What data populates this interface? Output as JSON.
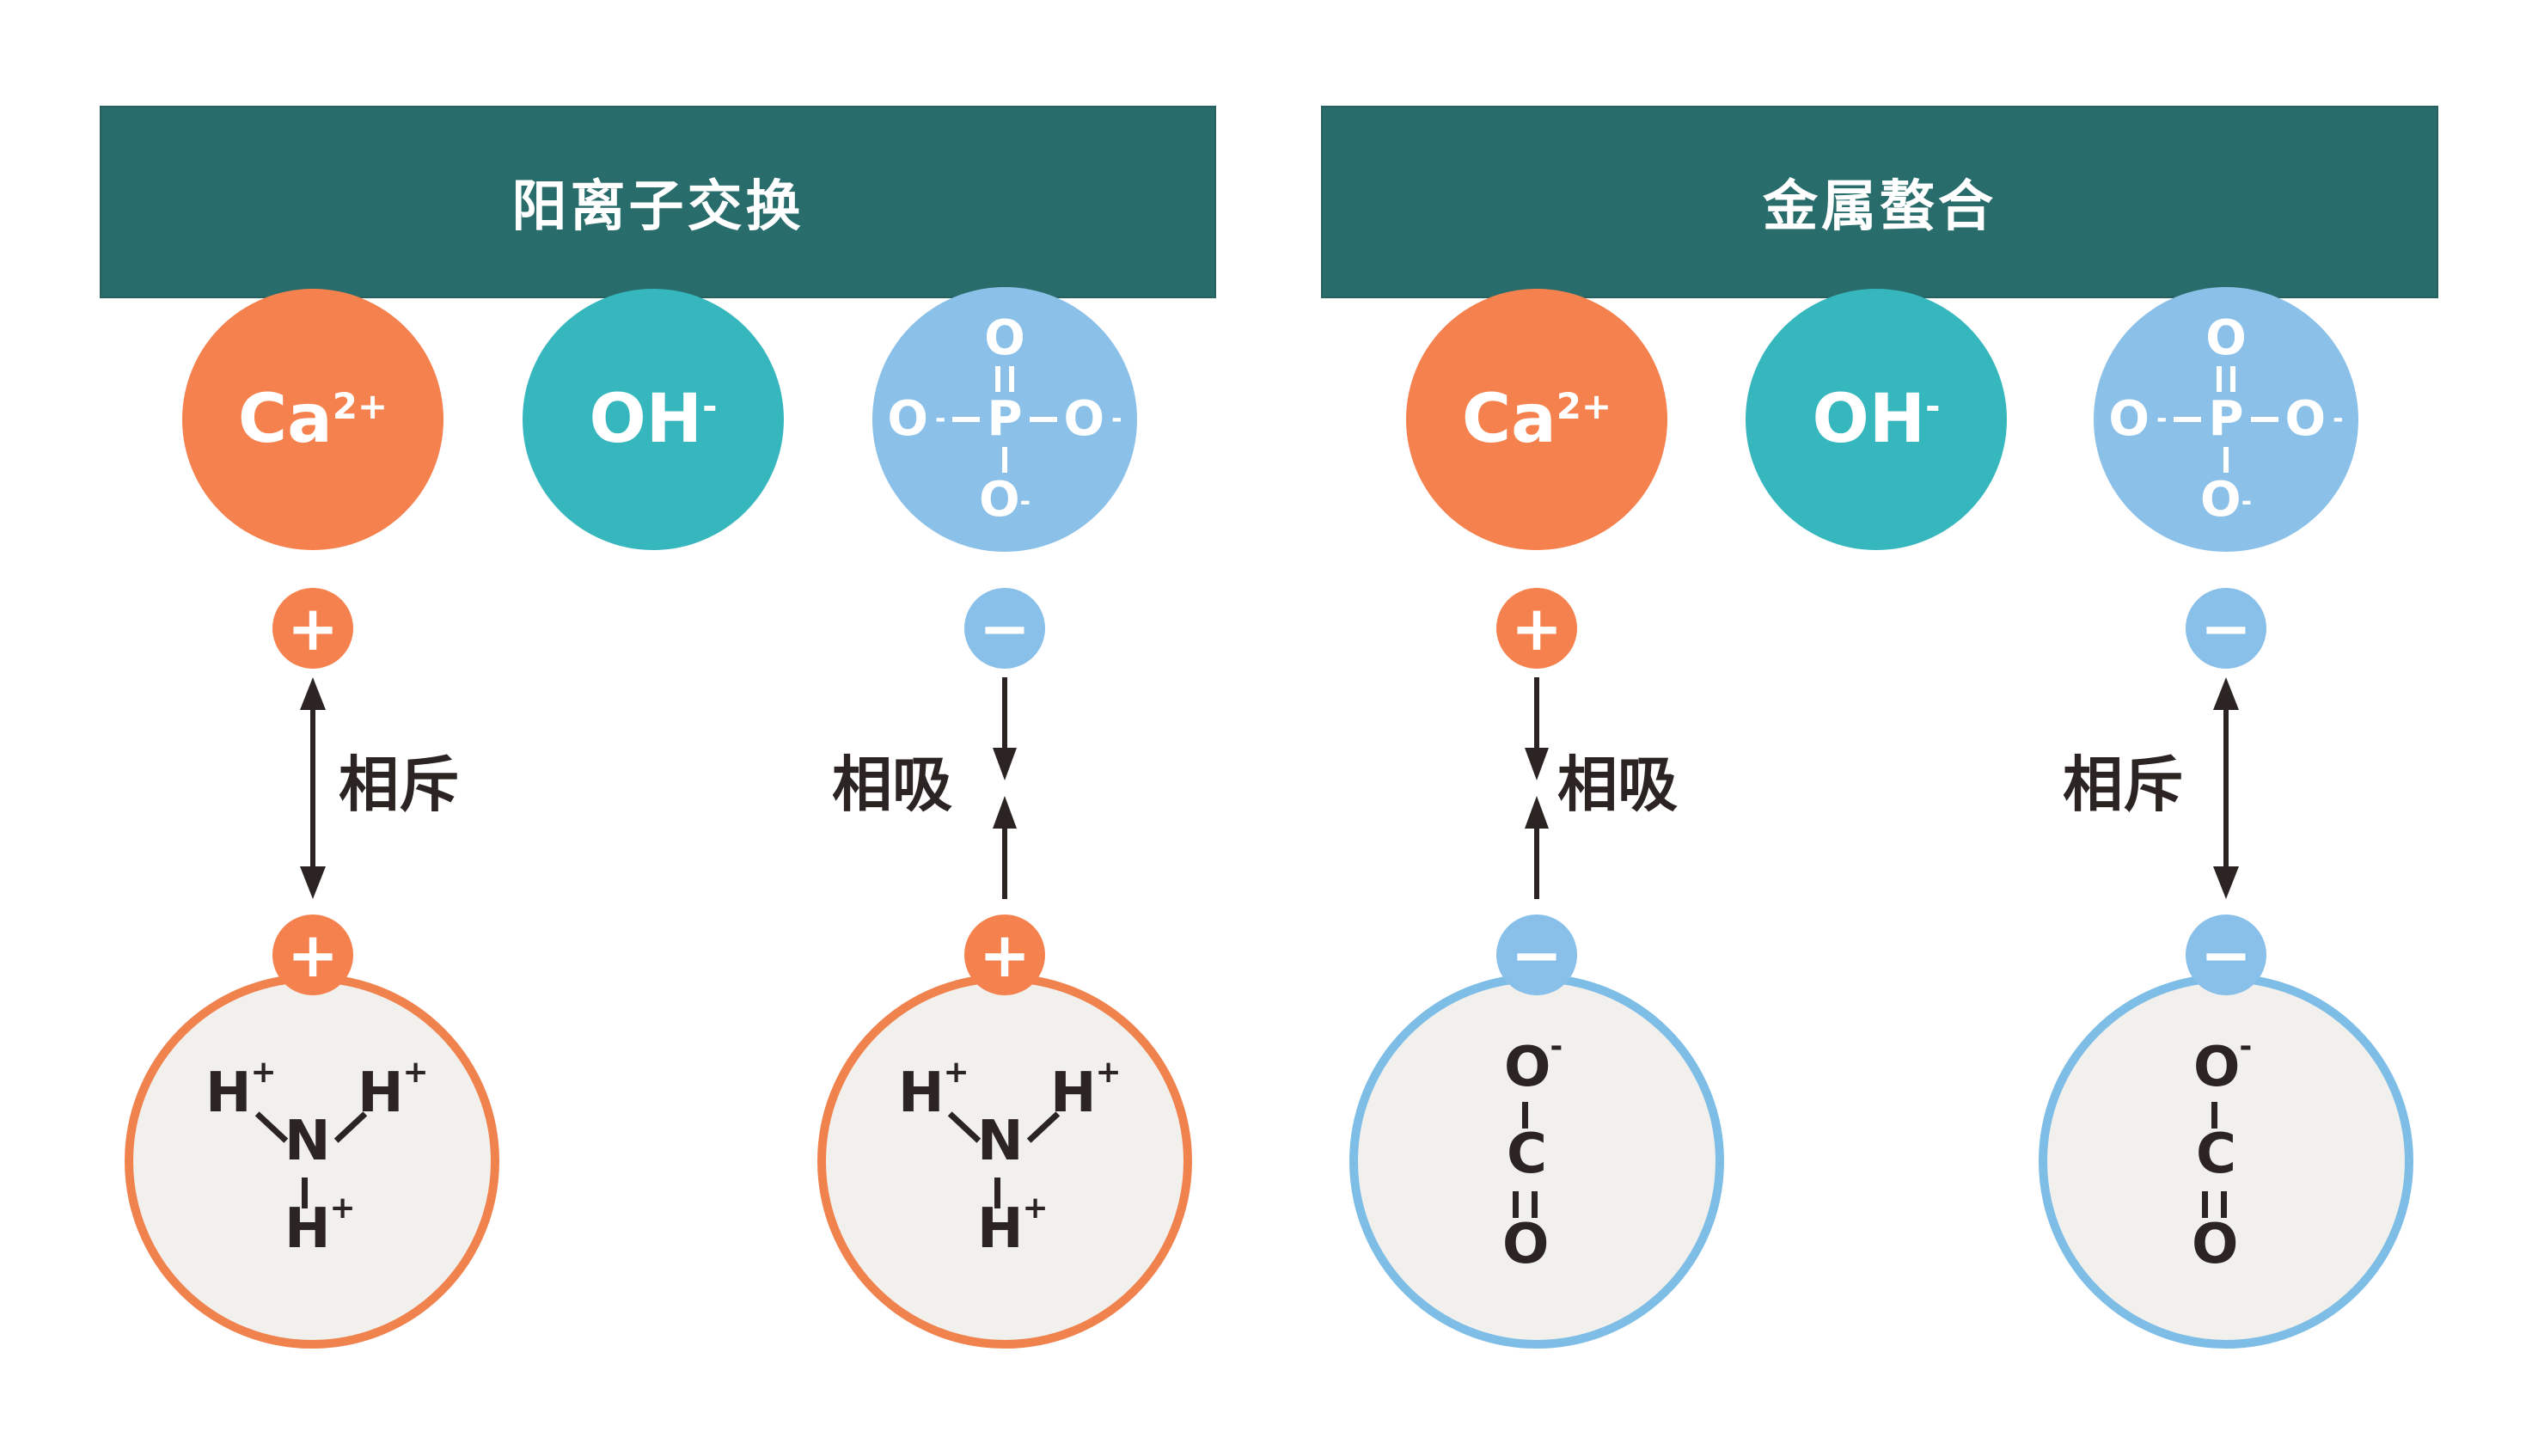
{
  "colors": {
    "header_bg": "#286D6B",
    "cation_orange": "#F5824E",
    "hydroxide_teal": "#35B7BD",
    "phosphate_blue": "#8BC1E9",
    "sign_minus_blue": "#88C0E9",
    "molecule_fill": "#F2F0ED",
    "molecule_border_orange": "#F0824E",
    "molecule_border_blue": "#7DBDE6",
    "ink": "#2B2422"
  },
  "panels": [
    {
      "title": "阳离子交换",
      "ions": [
        {
          "base": "Ca",
          "sup": "2+"
        },
        {
          "base": "OH",
          "sup": "-"
        },
        {
          "type": "phosphate"
        }
      ],
      "columns": [
        {
          "top_sign": "+",
          "bottom_sign": "+",
          "relation": "repel",
          "label": "相斥"
        },
        {
          "top_sign": "−",
          "bottom_sign": "+",
          "relation": "attract",
          "label": "相吸"
        }
      ]
    },
    {
      "title": "金属螯合",
      "ions": [
        {
          "base": "Ca",
          "sup": "2+"
        },
        {
          "base": "OH",
          "sup": "-"
        },
        {
          "type": "phosphate"
        }
      ],
      "columns": [
        {
          "top_sign": "+",
          "bottom_sign": "−",
          "relation": "attract",
          "label": "相吸"
        },
        {
          "top_sign": "−",
          "bottom_sign": "−",
          "relation": "repel",
          "label": "相斥"
        }
      ]
    }
  ],
  "structures": {
    "phosphate": {
      "top": "O",
      "left": "O",
      "left_sup": "-",
      "center": "P",
      "right": "O",
      "right_sup": "-",
      "bottom": "O",
      "bottom_sup": "-"
    },
    "ammonium": {
      "center": "N",
      "h": "H",
      "h_sup": "+"
    },
    "carboxylate": {
      "top": "O",
      "top_sup": "-",
      "center": "C",
      "bottom": "O"
    }
  }
}
